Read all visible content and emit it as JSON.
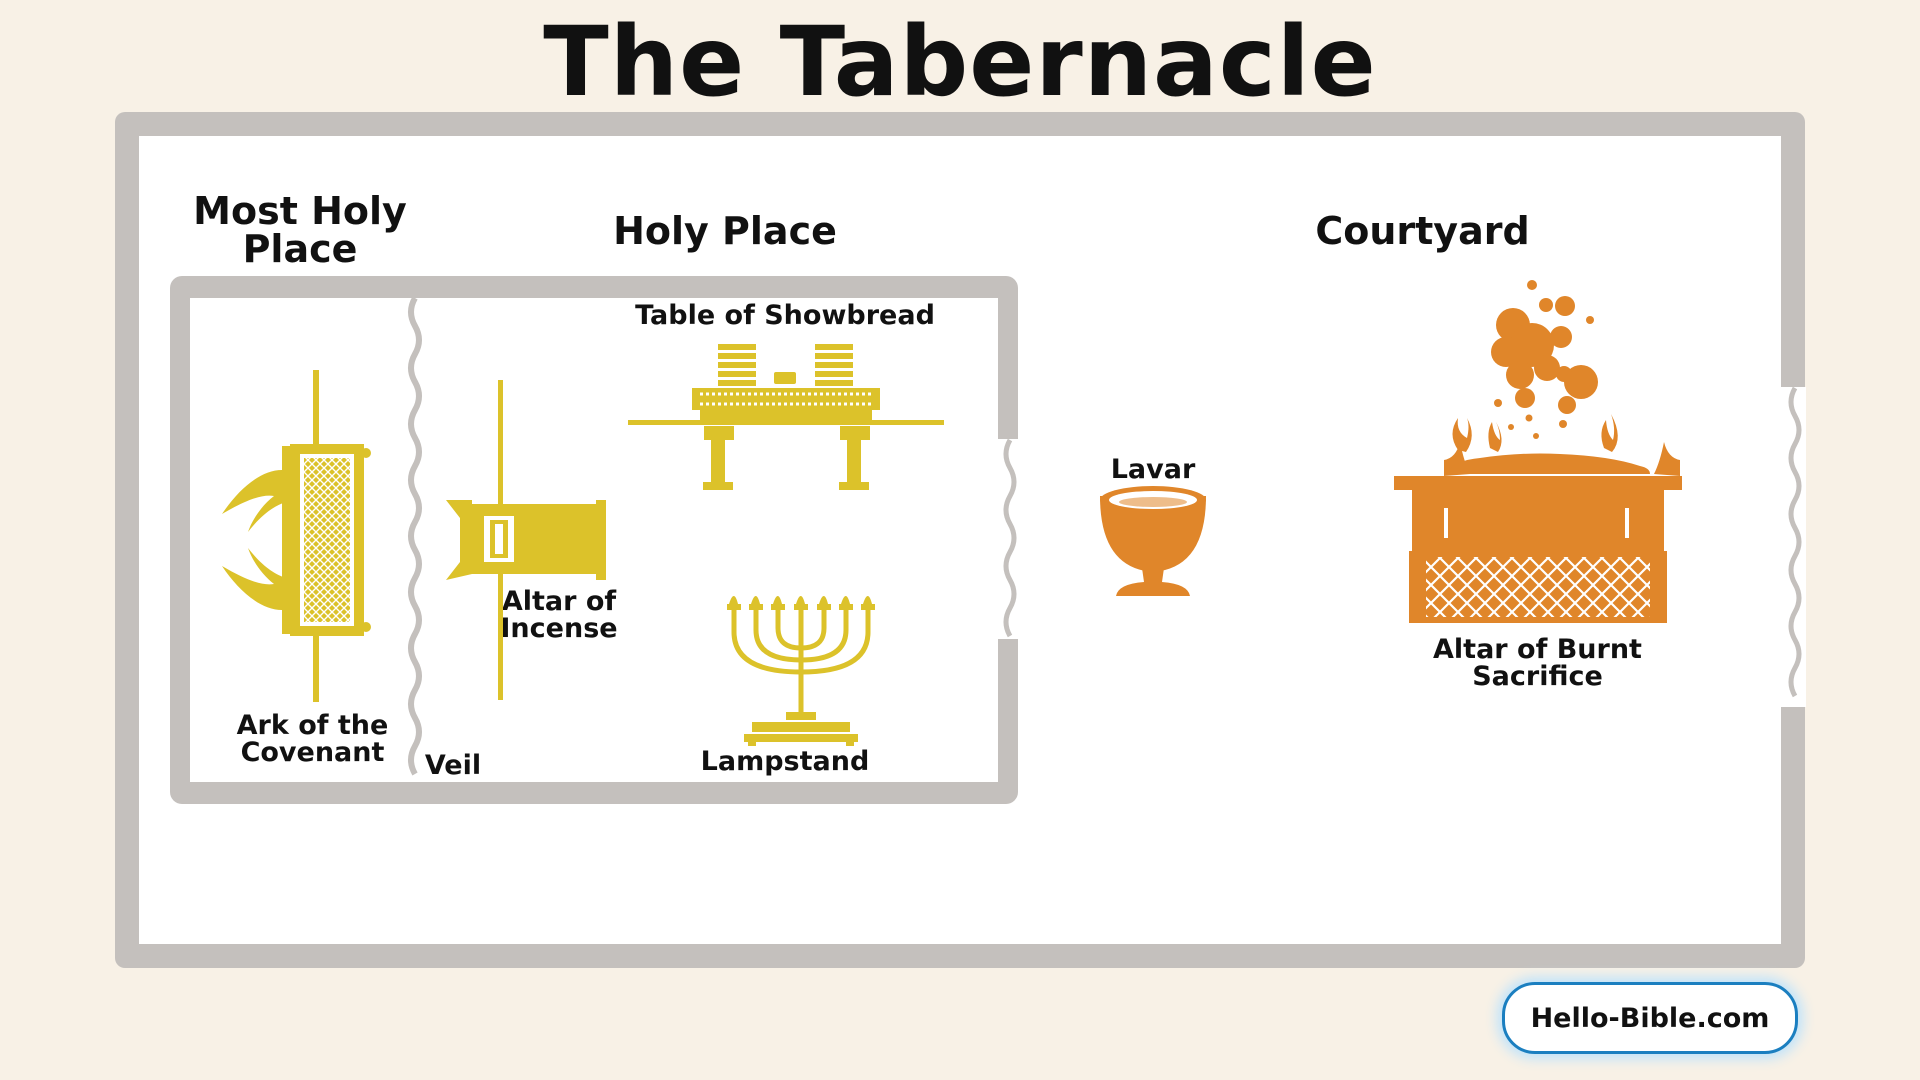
{
  "title": "The Tabernacle",
  "areas": {
    "most_holy_place": "Most Holy Place",
    "holy_place": "Holy Place",
    "courtyard": "Courtyard"
  },
  "items": {
    "ark": "Ark of the Covenant",
    "veil": "Veil",
    "altar_incense": "Altar of Incense",
    "table_showbread": "Table of Showbread",
    "lampstand": "Lampstand",
    "lavar": "Lavar",
    "altar_burnt": "Altar of Burnt Sacrifice"
  },
  "website": "Hello-Bible.com",
  "colors": {
    "gold": "#dcc22a",
    "bronze": "#e0862a",
    "wall": "#c4c0bd",
    "background": "#f8f1e6",
    "badge_border": "#1b7fc0"
  }
}
